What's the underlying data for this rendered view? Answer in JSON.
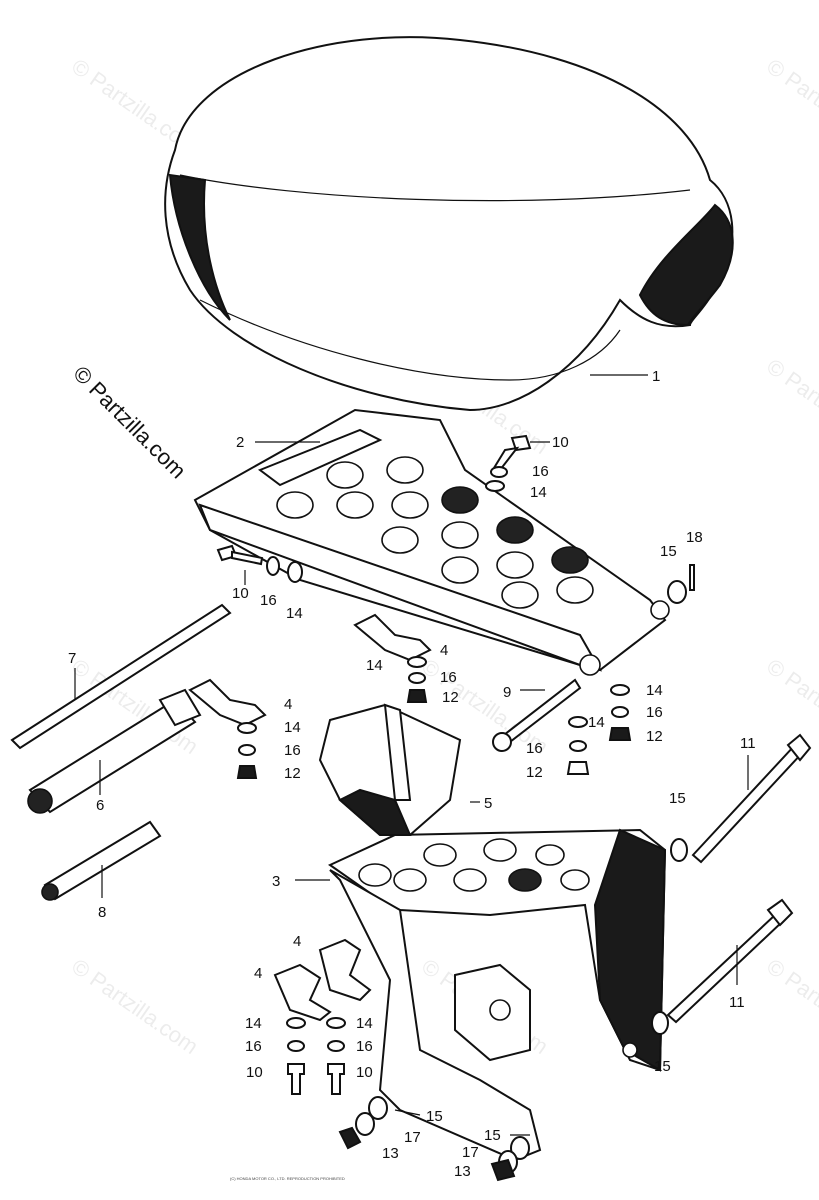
{
  "watermark": {
    "main_text": "© Partzilla.com",
    "faint_text": "© Partzilla.com"
  },
  "callouts": {
    "c1": "1",
    "c2": "2",
    "c3": "3",
    "c4a": "4",
    "c4b": "4",
    "c4c": "4",
    "c4d": "4",
    "c5": "5",
    "c6": "6",
    "c7": "7",
    "c8": "8",
    "c9": "9",
    "c10a": "10",
    "c10b": "10",
    "c10c": "10",
    "c10d": "10",
    "c11a": "11",
    "c11b": "11",
    "c12a": "12",
    "c12b": "12",
    "c12c": "12",
    "c12d": "12",
    "c13a": "13",
    "c13b": "13",
    "c14a": "14",
    "c14b": "14",
    "c14c": "14",
    "c14d": "14",
    "c14e": "14",
    "c14f": "14",
    "c14g": "14",
    "c15a": "15",
    "c15b": "15",
    "c15c": "15",
    "c15d": "15",
    "c15e": "15",
    "c16a": "16",
    "c16b": "16",
    "c16c": "16",
    "c16d": "16",
    "c16e": "16",
    "c16f": "16",
    "c16g": "16",
    "c17a": "17",
    "c17b": "17",
    "c18": "18"
  },
  "footer_text": "(C) HONDA MOTOR CO., LTD. REPRODUCTION PROHIBITED"
}
